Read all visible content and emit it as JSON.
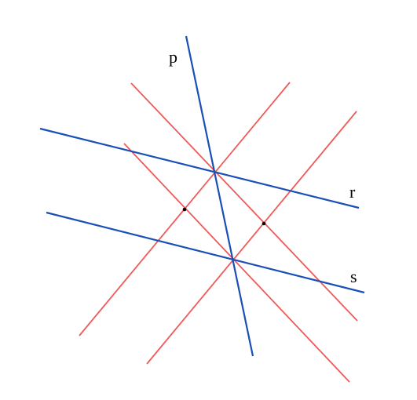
{
  "diagram": {
    "labels": {
      "p": "p",
      "r": "r",
      "s": "s"
    },
    "colors": {
      "blue_lines": "#1a4fb5",
      "red_lines": "#ef5a5a",
      "points": "#000000",
      "background": "#ffffff"
    },
    "lines": [
      {
        "id": "p",
        "color_role": "blue"
      },
      {
        "id": "r",
        "color_role": "blue"
      },
      {
        "id": "s",
        "color_role": "blue"
      },
      {
        "id": "red-1",
        "color_role": "red"
      },
      {
        "id": "red-2",
        "color_role": "red"
      },
      {
        "id": "red-3",
        "color_role": "red"
      },
      {
        "id": "red-4",
        "color_role": "red"
      }
    ],
    "marked_points": 2
  }
}
